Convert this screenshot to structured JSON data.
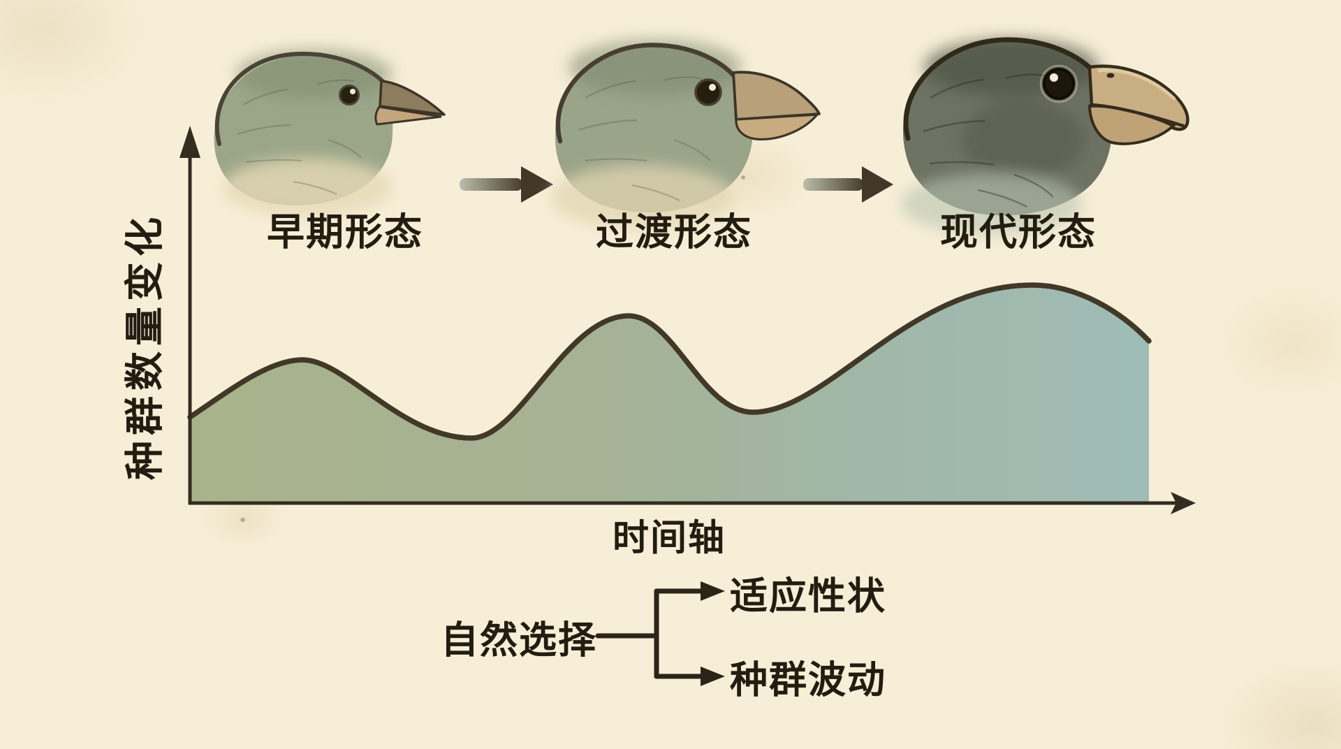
{
  "stages": [
    {
      "label": "早期形态",
      "illustration": "small-beak-finch-head"
    },
    {
      "label": "过渡形态",
      "illustration": "medium-beak-finch-head"
    },
    {
      "label": "现代形态",
      "illustration": "large-beak-finch-head"
    }
  ],
  "chart": {
    "y_axis_label": "种群数量变化",
    "x_axis_label": "时间轴"
  },
  "chart_data": {
    "type": "area",
    "title": "",
    "xlabel": "时间轴",
    "ylabel": "种群数量变化",
    "x": [
      0,
      0.12,
      0.29,
      0.46,
      0.59,
      0.88,
      1.0
    ],
    "y": [
      0.36,
      0.6,
      0.27,
      0.79,
      0.38,
      0.92,
      0.68
    ],
    "description": "种群数量随时间波动上升：三个波峰依次升高，对应早期、过渡、现代三个形态阶段",
    "axis_ticks_shown": false,
    "grid": false,
    "legend": false,
    "fill_gradient": [
      "#a9b38b",
      "#9fbcb6"
    ]
  },
  "flow": {
    "root_label": "自然选择",
    "branches": [
      {
        "label": "适应性状"
      },
      {
        "label": "种群波动"
      }
    ]
  },
  "colors": {
    "background": "#f6eed6",
    "ink": "#221c11",
    "axis": "#332c20",
    "curve_stroke": "#413828",
    "area_green": "#a9b38b",
    "area_blue": "#9fbcb6",
    "arrow_dark": "#463d2e",
    "beak_tan": "#c9ae83"
  }
}
